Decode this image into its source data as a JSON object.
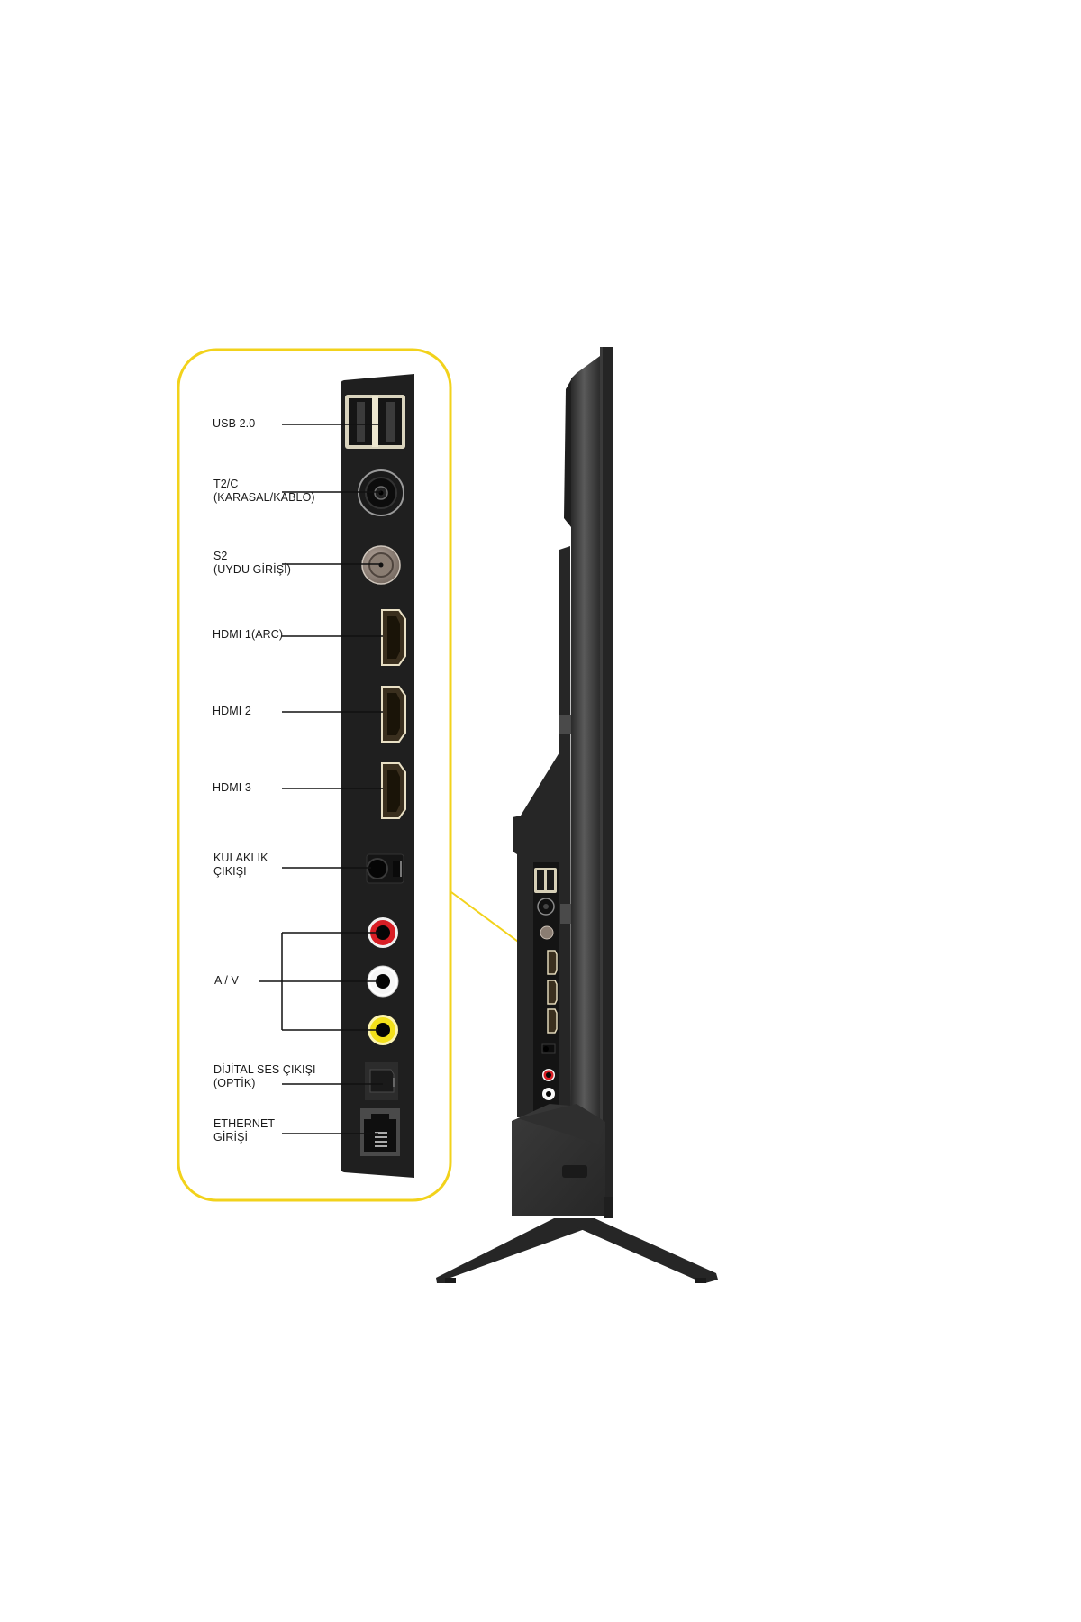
{
  "diagram": {
    "title": "TV connection ports (side view)",
    "accent_color": "#F2D21B",
    "panel_color": "#1e1e1e",
    "ports": [
      {
        "id": "usb",
        "line1": "USB 2.0",
        "line2": "",
        "icon": "usb-port-icon"
      },
      {
        "id": "t2c",
        "line1": "T2/C",
        "line2": "(KARASAL/KABLO)",
        "icon": "coax-antenna-port-icon"
      },
      {
        "id": "s2",
        "line1": "S2",
        "line2": "(UYDU GİRİŞİ)",
        "icon": "satellite-f-connector-icon"
      },
      {
        "id": "hdmi1",
        "line1": "HDMI 1(ARC)",
        "line2": "",
        "icon": "hdmi-port-icon"
      },
      {
        "id": "hdmi2",
        "line1": "HDMI 2",
        "line2": "",
        "icon": "hdmi-port-icon"
      },
      {
        "id": "hdmi3",
        "line1": "HDMI 3",
        "line2": "",
        "icon": "hdmi-port-icon"
      },
      {
        "id": "headphone",
        "line1": "KULAKLIK",
        "line2": "ÇIKIŞI",
        "icon": "headphone-jack-icon"
      },
      {
        "id": "av",
        "line1": "A / V",
        "line2": "",
        "icon": "rca-jacks-icon",
        "jack_colors": [
          "#d81e25",
          "#f2f2f2",
          "#f3e01a"
        ]
      },
      {
        "id": "optical",
        "line1": "DİJİTAL SES ÇIKIŞI",
        "line2": "(OPTİK)",
        "icon": "optical-toslink-port-icon"
      },
      {
        "id": "ethernet",
        "line1": "ETHERNET",
        "line2": "GİRİŞİ",
        "icon": "ethernet-rj45-port-icon"
      }
    ]
  }
}
